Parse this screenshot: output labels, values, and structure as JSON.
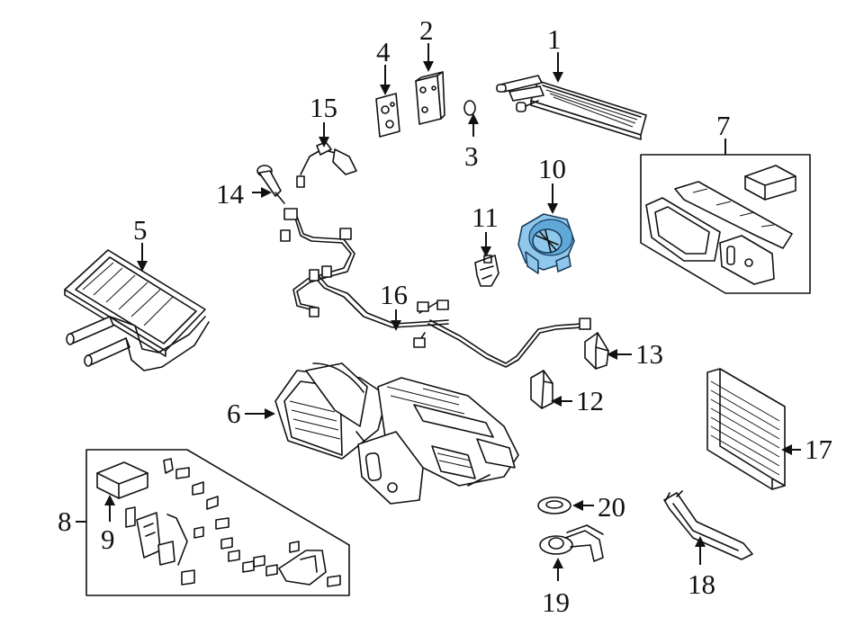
{
  "accent_color": "#8fc8ec",
  "callouts": [
    {
      "id": "1",
      "text": "1"
    },
    {
      "id": "2",
      "text": "2"
    },
    {
      "id": "3",
      "text": "3"
    },
    {
      "id": "4",
      "text": "4"
    },
    {
      "id": "5",
      "text": "5"
    },
    {
      "id": "6",
      "text": "6"
    },
    {
      "id": "7",
      "text": "7"
    },
    {
      "id": "8",
      "text": "8"
    },
    {
      "id": "9",
      "text": "9"
    },
    {
      "id": "10",
      "text": "10"
    },
    {
      "id": "11",
      "text": "11"
    },
    {
      "id": "12",
      "text": "12"
    },
    {
      "id": "13",
      "text": "13"
    },
    {
      "id": "14",
      "text": "14"
    },
    {
      "id": "15",
      "text": "15"
    },
    {
      "id": "16",
      "text": "16"
    },
    {
      "id": "17",
      "text": "17"
    },
    {
      "id": "18",
      "text": "18"
    },
    {
      "id": "19",
      "text": "19"
    },
    {
      "id": "20",
      "text": "20"
    }
  ]
}
